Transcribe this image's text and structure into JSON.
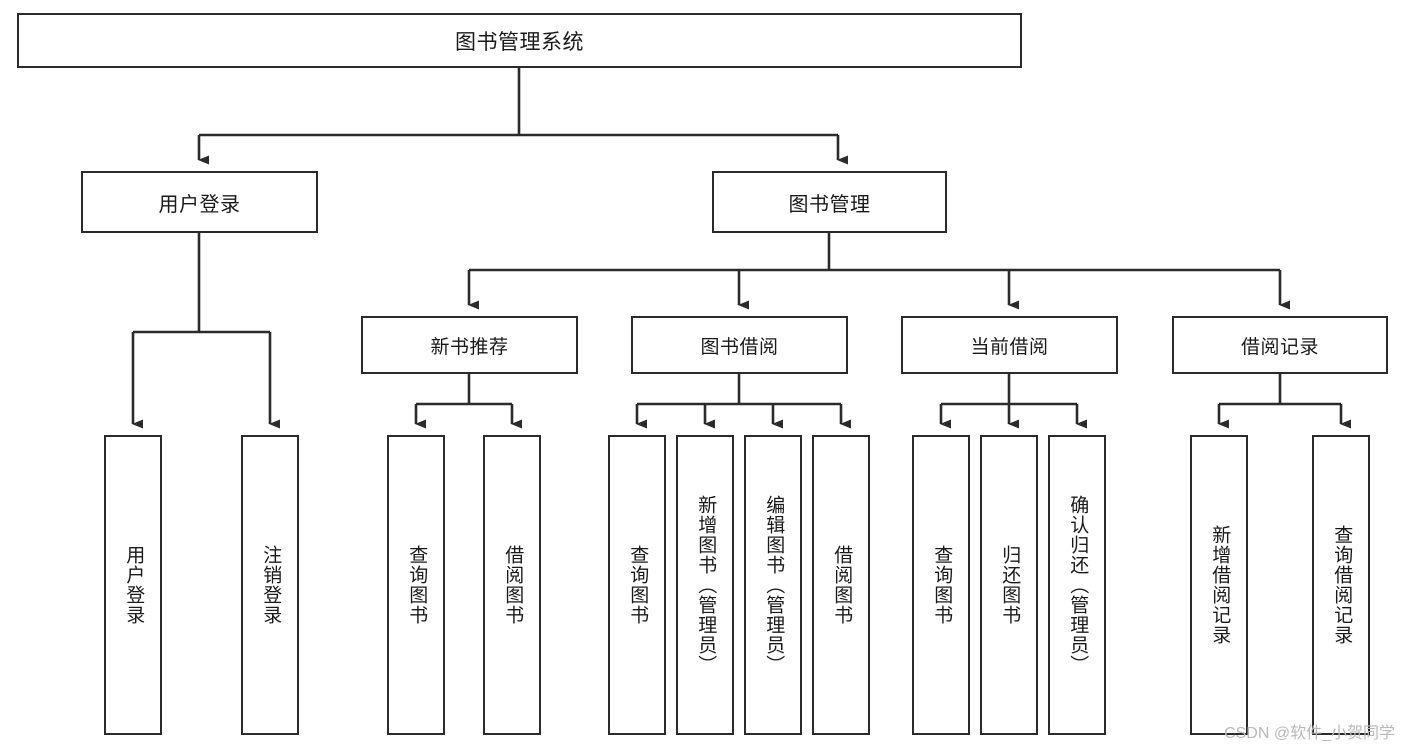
{
  "diagram": {
    "title": "图书管理系统",
    "type": "hierarchy-tree",
    "watermark": "CSDN @软件_小贺同学",
    "colors": {
      "background": "#ffffff",
      "border": "#2b2b2b",
      "text": "#1a1a1a",
      "watermark": "#b9b9b9"
    },
    "nodes": {
      "root": {
        "label": "图书管理系统",
        "level": 1
      },
      "level2": [
        {
          "id": "user-login",
          "label": "用户登录"
        },
        {
          "id": "book-manage",
          "label": "图书管理"
        }
      ],
      "level3": [
        {
          "id": "new-book-recommend",
          "label": "新书推荐",
          "parent": "book-manage"
        },
        {
          "id": "book-borrow",
          "label": "图书借阅",
          "parent": "book-manage"
        },
        {
          "id": "current-borrow",
          "label": "当前借阅",
          "parent": "book-manage"
        },
        {
          "id": "borrow-record",
          "label": "借阅记录",
          "parent": "book-manage"
        }
      ],
      "leaves": [
        {
          "id": "leaf-user-login",
          "label": "用户登录",
          "parent": "user-login"
        },
        {
          "id": "leaf-logout",
          "label": "注销登录",
          "parent": "user-login"
        },
        {
          "id": "leaf-query-book-1",
          "label": "查询图书",
          "parent": "new-book-recommend"
        },
        {
          "id": "leaf-borrow-book-1",
          "label": "借阅图书",
          "parent": "new-book-recommend"
        },
        {
          "id": "leaf-query-book-2",
          "label": "查询图书",
          "parent": "book-borrow"
        },
        {
          "id": "leaf-add-book",
          "label": "新增图书（管理员）",
          "parent": "book-borrow"
        },
        {
          "id": "leaf-edit-book",
          "label": "编辑图书（管理员）",
          "parent": "book-borrow"
        },
        {
          "id": "leaf-borrow-book-2",
          "label": "借阅图书",
          "parent": "book-borrow"
        },
        {
          "id": "leaf-query-book-3",
          "label": "查询图书",
          "parent": "current-borrow"
        },
        {
          "id": "leaf-return-book",
          "label": "归还图书",
          "parent": "current-borrow"
        },
        {
          "id": "leaf-confirm-return",
          "label": "确认归还（管理员）",
          "parent": "current-borrow"
        },
        {
          "id": "leaf-add-record",
          "label": "新增借阅记录",
          "parent": "borrow-record"
        },
        {
          "id": "leaf-query-record",
          "label": "查询借阅记录",
          "parent": "borrow-record"
        }
      ]
    }
  }
}
